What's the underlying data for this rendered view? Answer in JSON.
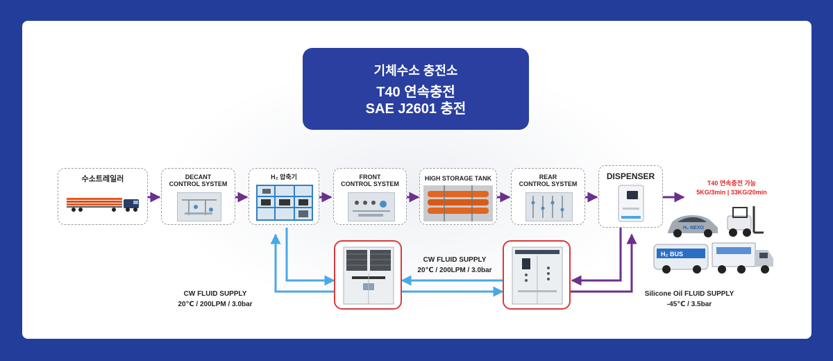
{
  "title": {
    "line1": "기체수소 충전소",
    "line2": "T40 연속충전",
    "line3": "SAE J2601 충전"
  },
  "nodes": {
    "trailer": "수소트레일러",
    "decant": "DECANT\nCONTROL SYSTEM",
    "compressor": "H₂ 압축기",
    "front": "FRONT\nCONTROL SYSTEM",
    "tank": "HIGH STORAGE TANK",
    "rear": "REAR\nCONTROL SYSTEM",
    "dispenser": "DISPENSER"
  },
  "output": {
    "line1": "T40 연속충전 가능",
    "line2": "5KG/3min | 33KG/20min"
  },
  "flows": {
    "cw_left_line1": "CW FLUID SUPPLY",
    "cw_left_line2": "20℃ / 200LPM / 3.0bar",
    "cw_mid_line1": "CW FLUID SUPPLY",
    "cw_mid_line2": "20℃ / 200LPM / 3.0bar",
    "oil_line1": "Silicone Oil FLUID SUPPLY",
    "oil_line2": "-45℃ / 3.5bar"
  },
  "vehicles": {
    "nexo_badge": "H₂ NEXO",
    "bus_badge": "H₂ BUS"
  },
  "colors": {
    "background": "#233d9a",
    "title_box": "#2a3fa0",
    "flow_purple": "#6b2f8c",
    "flow_blue": "#4aa8e6",
    "highlight_red": "#d93a3a",
    "output_red": "#e32323"
  }
}
